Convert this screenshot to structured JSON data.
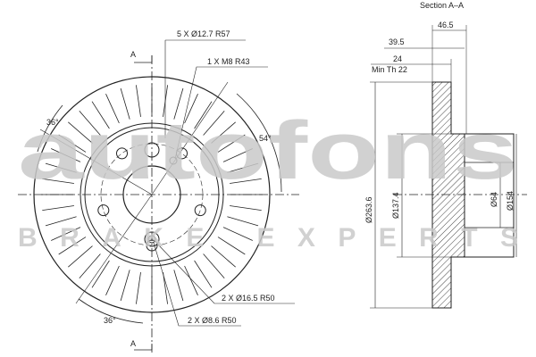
{
  "section_title": "Section A–A",
  "section_marks": [
    "A",
    "A"
  ],
  "front_view": {
    "callouts": {
      "wheel_bolt_holes": "5 X Ø12.7 R57",
      "threaded_hole": "1 X M8 R43",
      "large_holes": "2 X Ø16.5 R50",
      "small_holes": "2 X Ø8.6 R50"
    },
    "angles": {
      "upper_left": "36°",
      "upper_right": "54°",
      "lower_left": "36°"
    }
  },
  "section_view": {
    "width_overall": "46.5",
    "hat_depth": "39.5",
    "thickness": "24",
    "min_thickness": "Min Th 22",
    "outer_diameter": "Ø263.6",
    "inner_diameter": "Ø137.4",
    "center_bore": "Ø64",
    "hub_diameter": "Ø154"
  },
  "watermark": {
    "brand": "autofons",
    "tagline": "BRAKE EXPERTS"
  },
  "colors": {
    "line": "#222222",
    "watermark": "#c9c9c9",
    "hatch": "#444444"
  }
}
